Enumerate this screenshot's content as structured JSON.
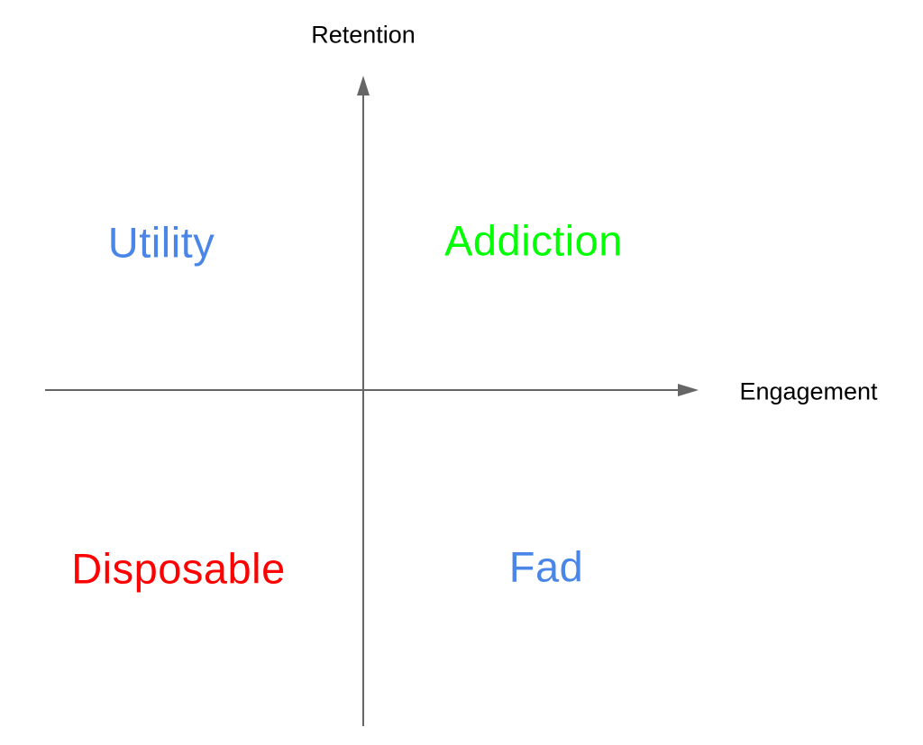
{
  "diagram": {
    "type": "quadrant-chart",
    "background_color": "#ffffff",
    "axes": {
      "color": "#666666",
      "y_axis_label": "Retention",
      "x_axis_label": "Engagement",
      "label_color": "#000000"
    },
    "quadrants": {
      "top_left": {
        "label": "Utility",
        "color": "#4a86e8"
      },
      "top_right": {
        "label": "Addiction",
        "color": "#00ff00"
      },
      "bottom_left": {
        "label": "Disposable",
        "color": "#ff0000"
      },
      "bottom_right": {
        "label": "Fad",
        "color": "#4a86e8"
      }
    }
  }
}
